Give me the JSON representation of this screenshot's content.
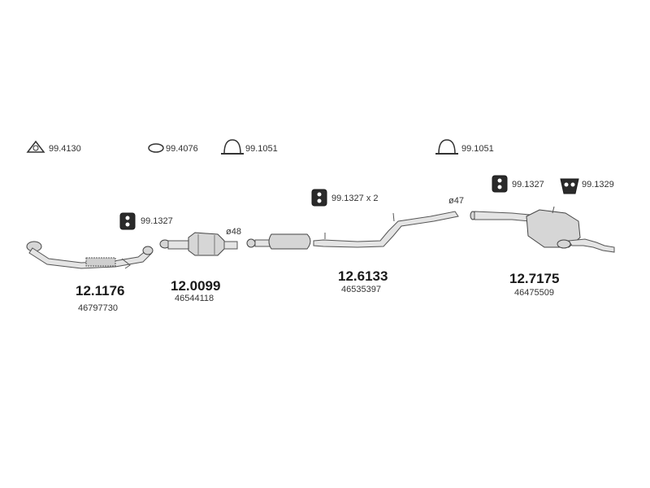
{
  "small_parts": {
    "gasket_a": "99.4130",
    "ring_b": "99.4076",
    "clamp_left": "99.1051",
    "clamp_right": "99.1051",
    "mount_1": "99.1327",
    "mount_2_qty": "99.1327 x 2",
    "mount_3": "99.1327",
    "mount_4": "99.1329"
  },
  "dimensions": {
    "cat_outlet": "ø48",
    "rear_inlet": "ø47"
  },
  "main_parts": [
    {
      "code": "12.1176",
      "oem": "46797730"
    },
    {
      "code": "12.0099",
      "oem": "46544118"
    },
    {
      "code": "12.6133",
      "oem": "46535397"
    },
    {
      "code": "12.7175",
      "oem": "46475509"
    }
  ]
}
